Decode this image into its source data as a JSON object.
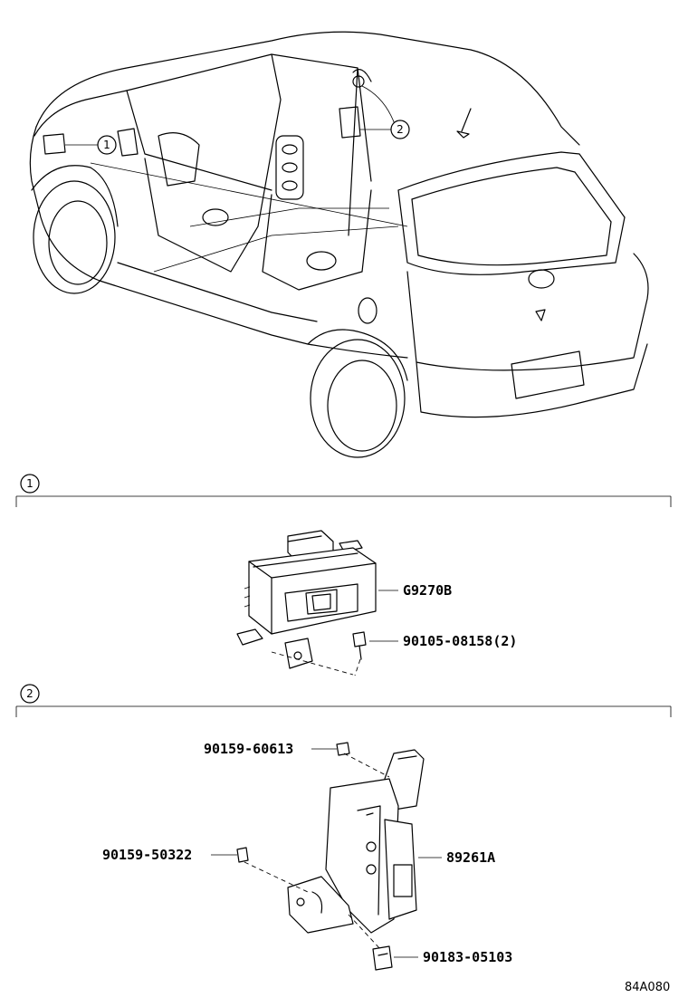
{
  "overview": {
    "callout_1": "1",
    "callout_2": "2"
  },
  "section_1": {
    "marker": "1",
    "parts": [
      {
        "part_no": "G9270B"
      },
      {
        "part_no": "90105-08158(2)"
      }
    ]
  },
  "section_2": {
    "marker": "2",
    "parts": [
      {
        "part_no": "90159-60613"
      },
      {
        "part_no": "90159-50322"
      },
      {
        "part_no": "89261A"
      },
      {
        "part_no": "90183-05103"
      }
    ]
  },
  "diagram_code": "84A080"
}
